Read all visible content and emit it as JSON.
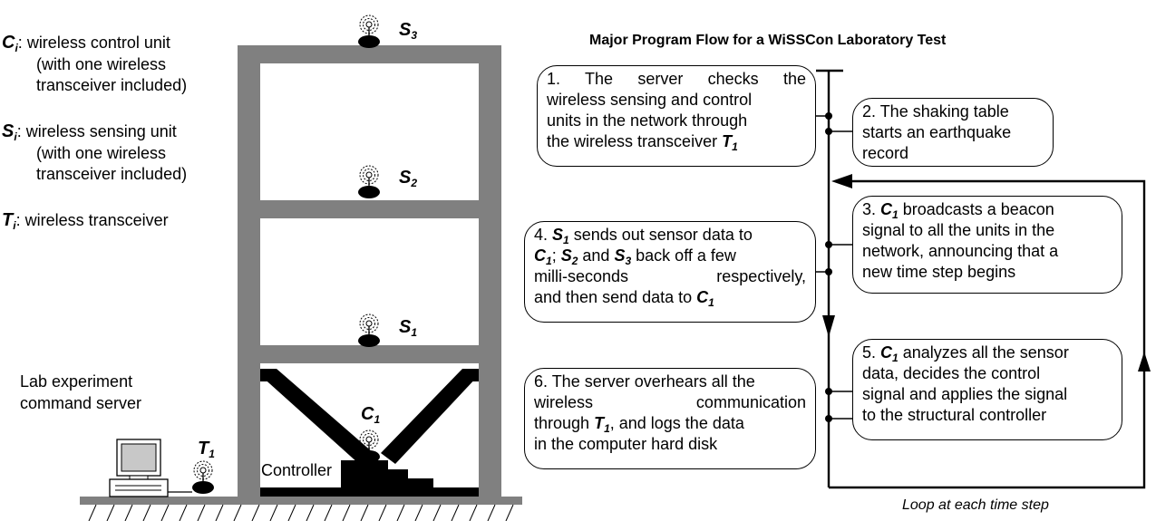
{
  "title": "Major Program Flow for a WiSSCon Laboratory Test",
  "legend": {
    "c_symbol": "C",
    "c_sub": "i",
    "c_colon": ":",
    "c_line1": " wireless control unit",
    "c_line2": "(with one wireless",
    "c_line3": "transceiver included)",
    "s_symbol": "S",
    "s_sub": "i",
    "s_colon": ":",
    "s_line1": " wireless sensing unit",
    "s_line2": "(with one wireless",
    "s_line3": "transceiver included)",
    "t_symbol": "T",
    "t_sub": "i",
    "t_colon": ":",
    "t_line1": " wireless transceiver"
  },
  "server": {
    "line1": "Lab experiment",
    "line2": "command server"
  },
  "structure_labels": {
    "s3": "S",
    "s3_sub": "3",
    "s2": "S",
    "s2_sub": "2",
    "s1": "S",
    "s1_sub": "1",
    "c1": "C",
    "c1_sub": "1",
    "t1": "T",
    "t1_sub": "1",
    "controller": "Controller"
  },
  "steps": {
    "step1": {
      "line1": "1. The server checks the",
      "line2": "wireless sensing and control",
      "line3": "units in the network through",
      "line4a": "the wireless transceiver ",
      "line4_sym": "T",
      "line4_sub": "1"
    },
    "step2": {
      "line1": "2. The shaking table",
      "line2": "starts an earthquake",
      "line3": "record"
    },
    "step3": {
      "line1a": "3. ",
      "line1_sym": "C",
      "line1_sub": "1",
      "line1b": " broadcasts a beacon",
      "line2": "signal to all the units in the",
      "line3": "network, announcing that a",
      "line4": "new time step begins"
    },
    "step4": {
      "line1a": "4. ",
      "line1_sym": "S",
      "line1_sub": "1",
      "line1b": " sends out sensor data to",
      "line2_sym1": "C",
      "line2_sub1": "1",
      "line2a": "; ",
      "line2_sym2": "S",
      "line2_sub2": "2",
      "line2b": " and ",
      "line2_sym3": "S",
      "line2_sub3": "3",
      "line2c": " back off a few",
      "line3": "milli-seconds respectively,",
      "line4a": "and then send data to ",
      "line4_sym": "C",
      "line4_sub": "1"
    },
    "step5": {
      "line1a": "5. ",
      "line1_sym": "C",
      "line1_sub": "1",
      "line1b": " analyzes all the sensor",
      "line2": "data, decides the control",
      "line3": "signal and applies the signal",
      "line4": "to the structural controller"
    },
    "step6": {
      "line1": "6. The server overhears all the",
      "line2": "wireless communication",
      "line3a": "through ",
      "line3_sym": "T",
      "line3_sub": "1",
      "line3b": ", and logs the data",
      "line4": "in the computer hard disk"
    }
  },
  "loop_caption": "Loop at each time step"
}
